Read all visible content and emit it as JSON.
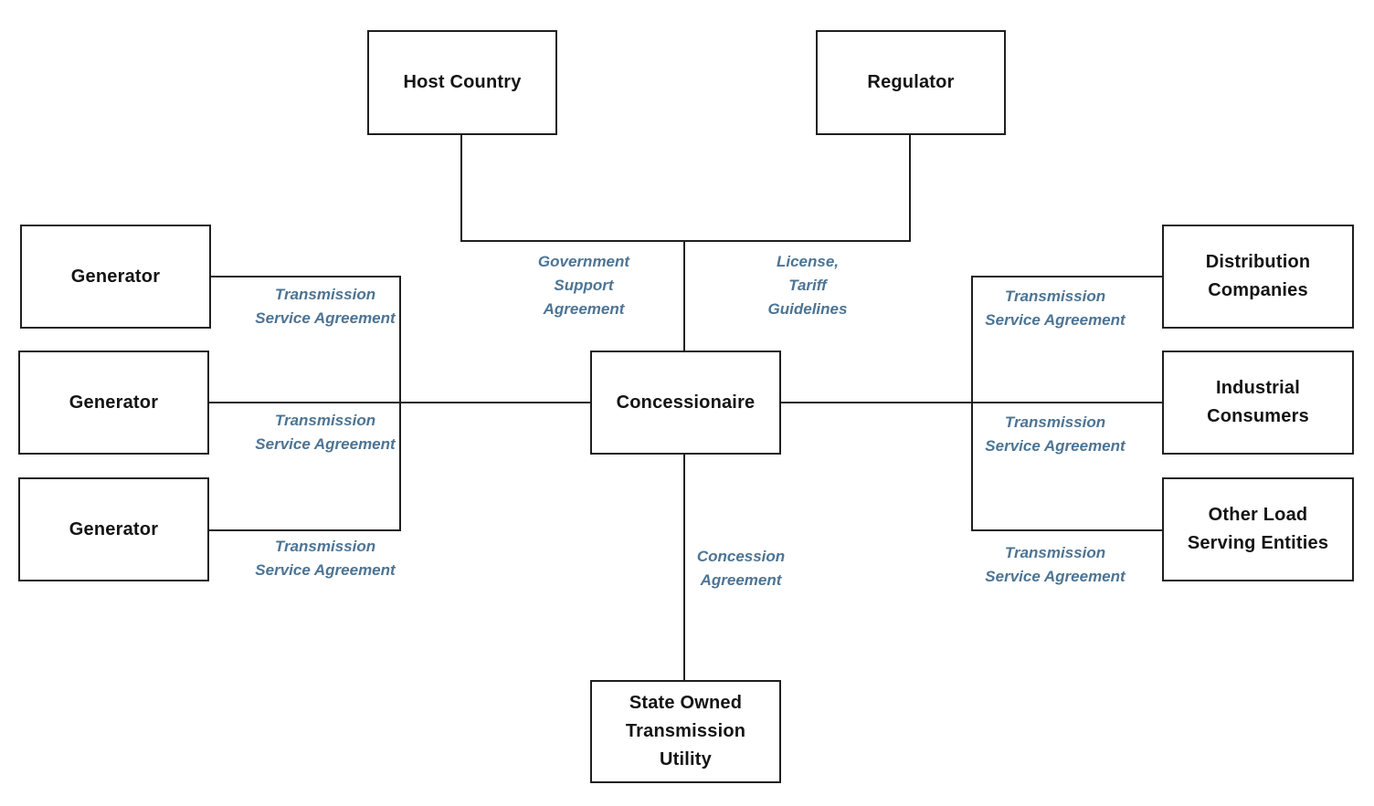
{
  "diagram": {
    "nodes": {
      "host_country": "Host Country",
      "regulator": "Regulator",
      "generator_1": "Generator",
      "generator_2": "Generator",
      "generator_3": "Generator",
      "concessionaire": "Concessionaire",
      "distribution_companies": "Distribution\nCompanies",
      "industrial_consumers": "Industrial\nConsumers",
      "other_load_serving_entities": "Other Load\nServing Entities",
      "state_owned_transmission_utility": "State Owned\nTransmission\nUtility"
    },
    "edge_labels": {
      "government_support": "Government\nSupport\nAgreement",
      "license_tariff": "License,\nTariff\nGuidelines",
      "concession": "Concession\nAgreement",
      "tsa": [
        "Transmission\nService Agreement",
        "Transmission\nService Agreement",
        "Transmission\nService Agreement",
        "Transmission\nService Agreement",
        "Transmission\nService Agreement",
        "Transmission\nService Agreement"
      ]
    },
    "colors": {
      "edge_label_text": "#4d7494",
      "line": "#1f1f1f",
      "box_border": "#1f1f1f",
      "box_text": "#141414",
      "background": "#ffffff"
    }
  }
}
